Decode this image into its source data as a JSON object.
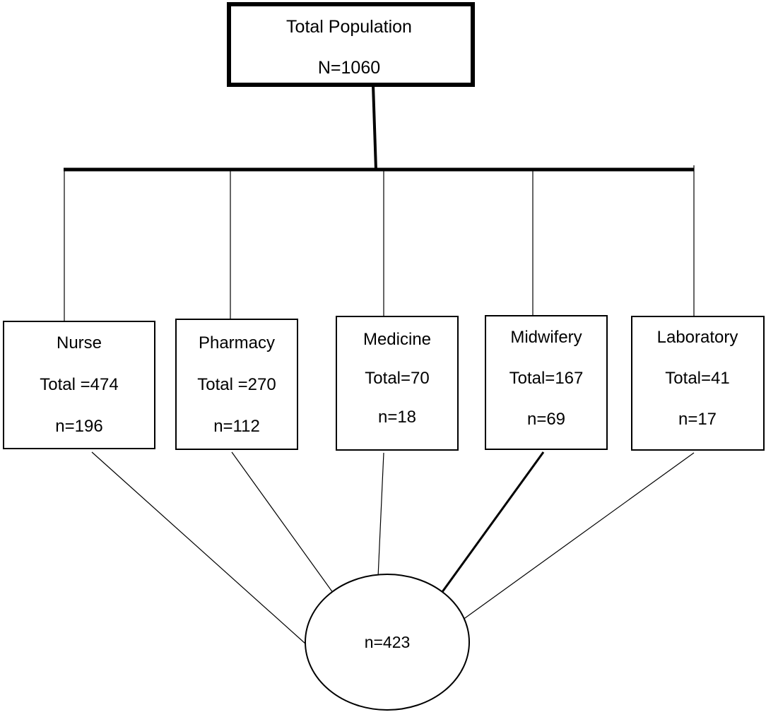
{
  "root": {
    "title": "Total Population",
    "count": "N=1060"
  },
  "groups": [
    {
      "name": "Nurse",
      "total": "Total =474",
      "sample": "n=196"
    },
    {
      "name": "Pharmacy",
      "total": "Total =270",
      "sample": "n=112"
    },
    {
      "name": "Medicine",
      "total": "Total=70",
      "sample": "n=18"
    },
    {
      "name": "Midwifery",
      "total": "Total=167",
      "sample": "n=69"
    },
    {
      "name": "Laboratory",
      "total": "Total=41",
      "sample": "n=17"
    }
  ],
  "sample": {
    "label": "n=423"
  }
}
